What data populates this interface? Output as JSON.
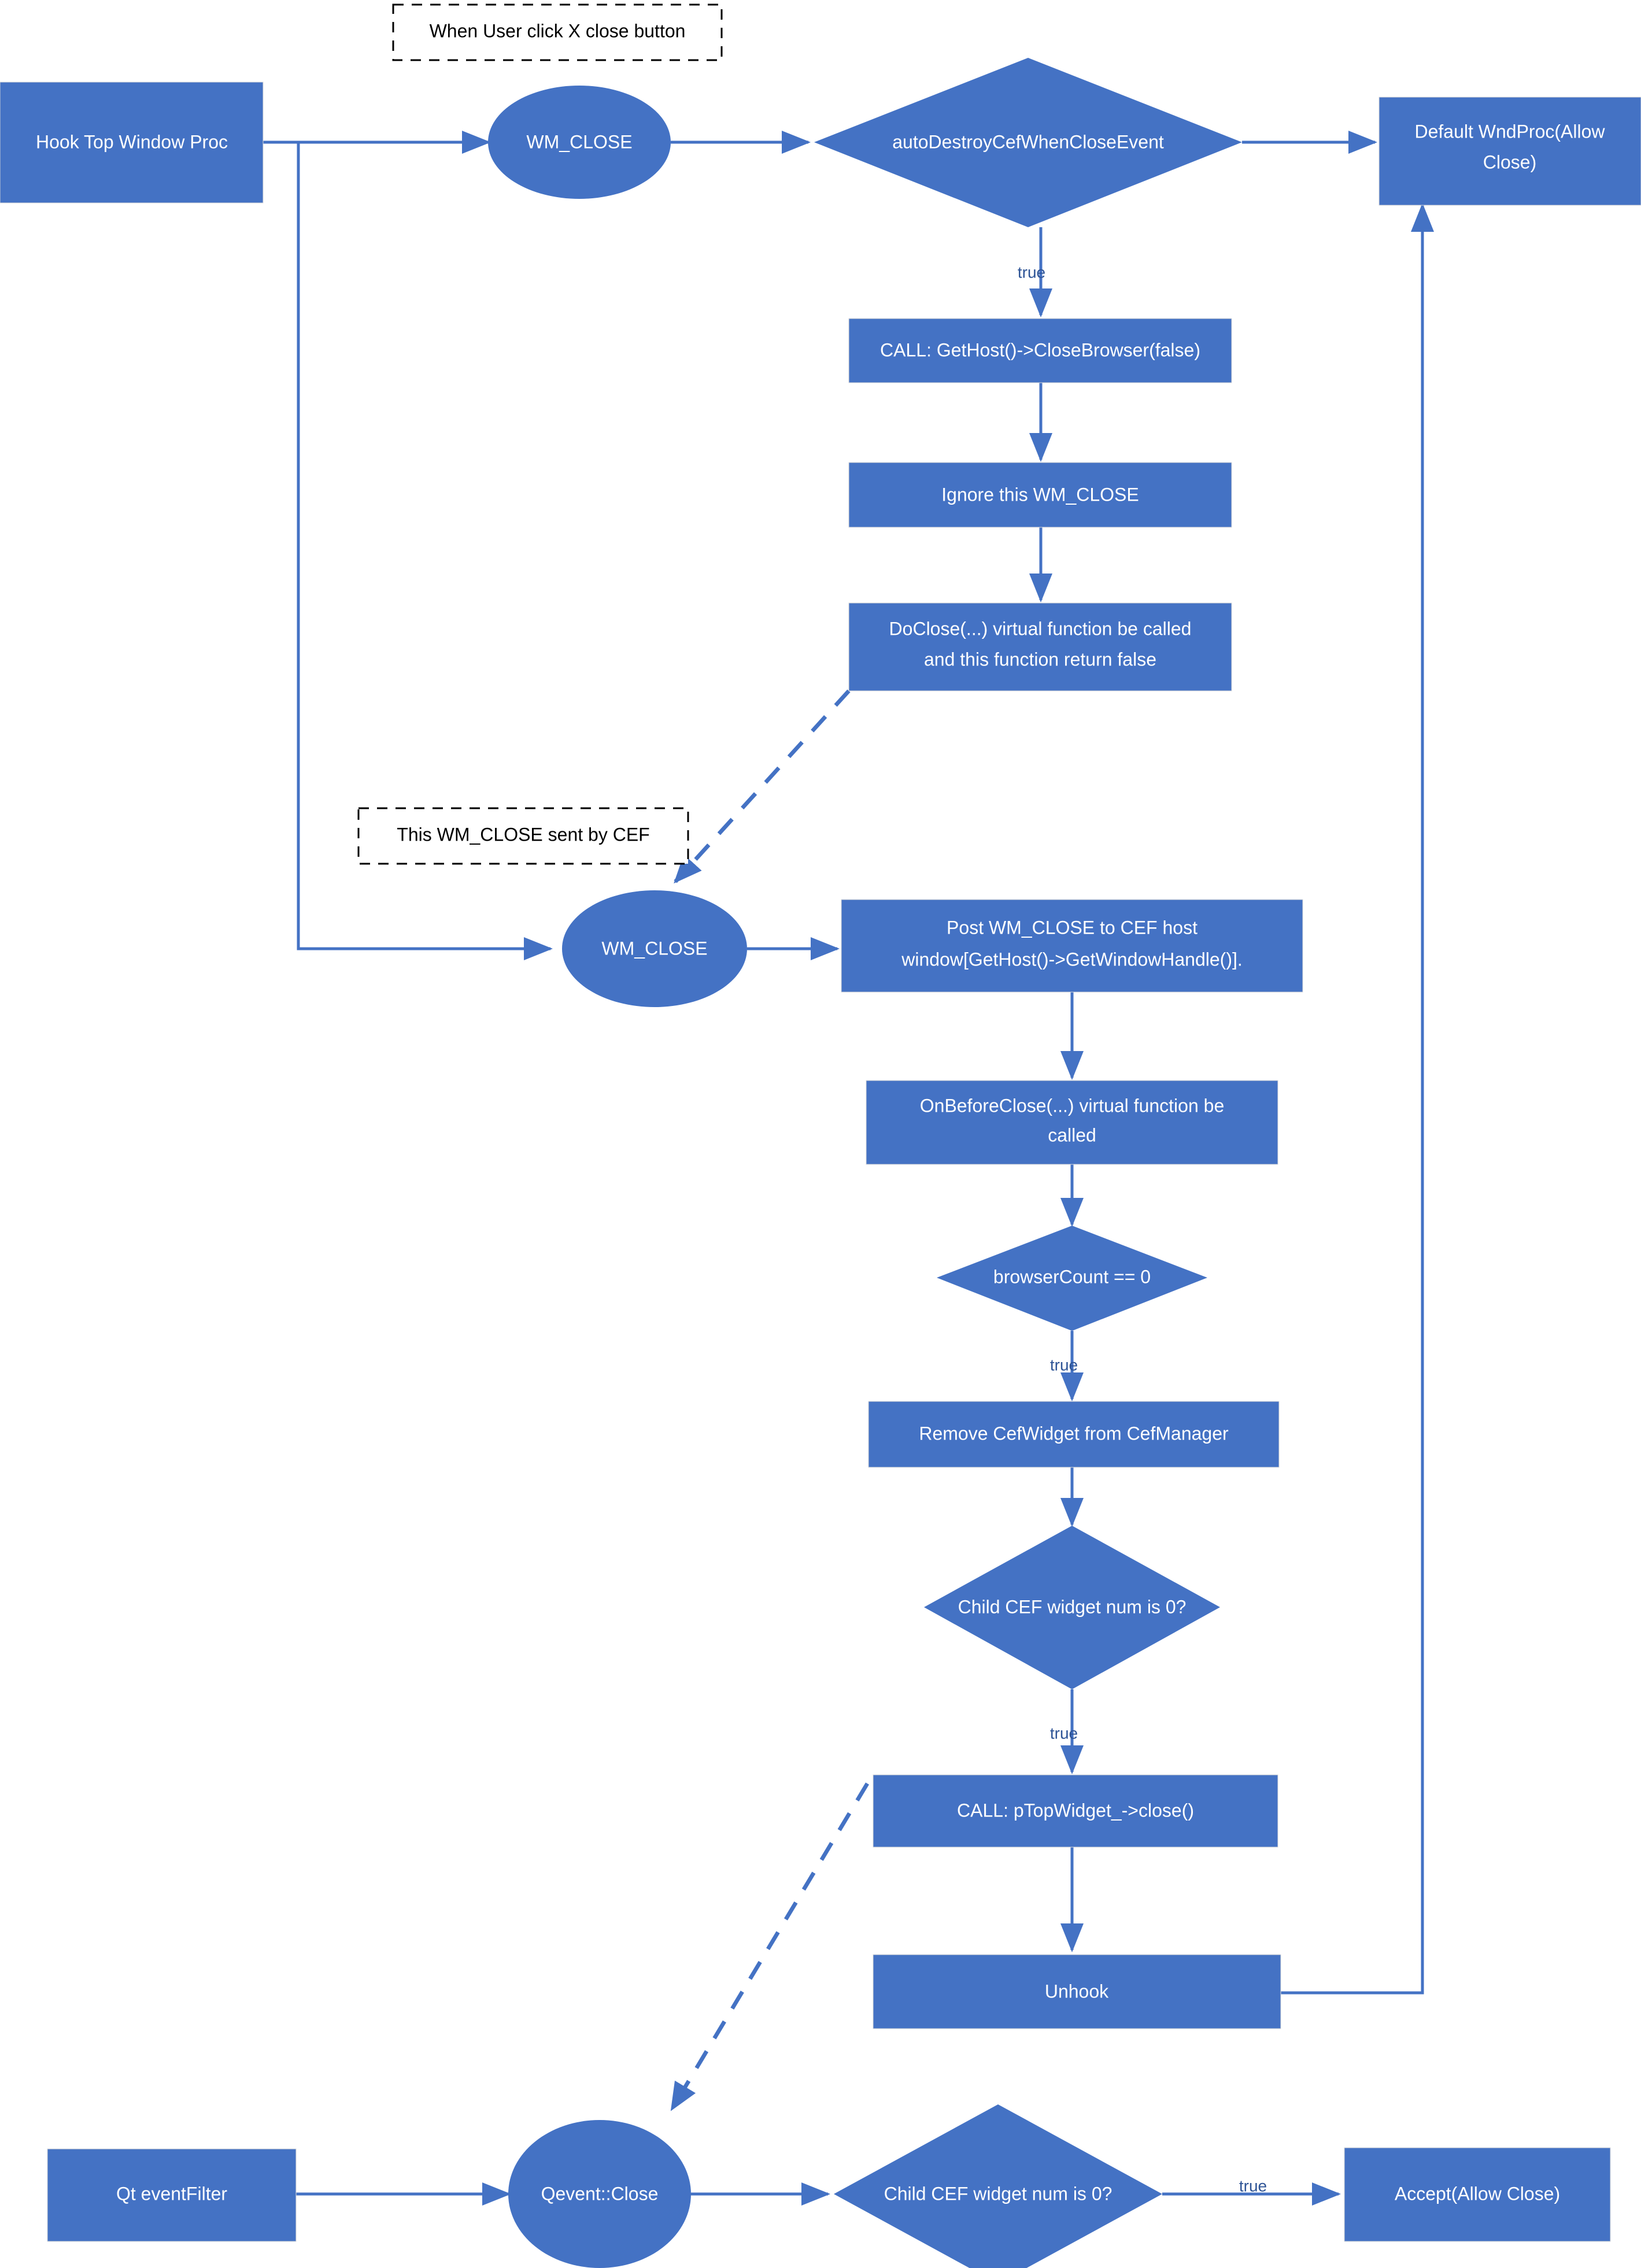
{
  "diagram": {
    "title": "CEF Window Close Flow",
    "colors": {
      "node_fill": "#4472C4",
      "node_text": "#FFFFFF",
      "edge": "#4472C4",
      "edge_label": "#2E5496",
      "note_border": "#000000",
      "background": "#FFFFFF"
    },
    "notes": [
      {
        "id": "note-user-click",
        "text": "When User click X close button"
      },
      {
        "id": "note-cef-sent",
        "text": "This WM_CLOSE sent by CEF"
      }
    ],
    "nodes": [
      {
        "id": "hook-top-window-proc",
        "shape": "rect",
        "text": "Hook Top Window Proc"
      },
      {
        "id": "wm-close-1",
        "shape": "ellipse",
        "text": "WM_CLOSE"
      },
      {
        "id": "auto-destroy-cef-when-close-event",
        "shape": "diamond",
        "text": "autoDestroyCefWhenCloseEvent"
      },
      {
        "id": "default-wndproc-allow-close",
        "shape": "rect",
        "text": "Default WndProc(Allow Close)"
      },
      {
        "id": "call-closebrowser",
        "shape": "rect",
        "text": "CALL: GetHost()->CloseBrowser(false)"
      },
      {
        "id": "ignore-wm-close",
        "shape": "rect",
        "text": "Ignore this WM_CLOSE"
      },
      {
        "id": "doclose-virtual",
        "shape": "rect",
        "text": "DoClose(...) virtual function be called and this function return false"
      },
      {
        "id": "wm-close-2",
        "shape": "ellipse",
        "text": "WM_CLOSE"
      },
      {
        "id": "post-wm-close",
        "shape": "rect",
        "text": "Post WM_CLOSE to CEF host window[GetHost()->GetWindowHandle()]."
      },
      {
        "id": "onbeforeclose-virtual",
        "shape": "rect",
        "text": "OnBeforeClose(...) virtual function be called"
      },
      {
        "id": "browser-count-zero",
        "shape": "diamond",
        "text": "browserCount == 0"
      },
      {
        "id": "remove-cefwidget",
        "shape": "rect",
        "text": "Remove CefWidget from CefManager"
      },
      {
        "id": "child-cef-widget-num-1",
        "shape": "diamond",
        "text": "Child CEF widget num is 0?"
      },
      {
        "id": "call-ptopwidget-close",
        "shape": "rect",
        "text": "CALL: pTopWidget_->close()"
      },
      {
        "id": "unhook",
        "shape": "rect",
        "text": "Unhook"
      },
      {
        "id": "qt-eventfilter",
        "shape": "rect",
        "text": "Qt eventFilter"
      },
      {
        "id": "qevent-close",
        "shape": "ellipse",
        "text": "Qevent::Close"
      },
      {
        "id": "child-cef-widget-num-2",
        "shape": "diamond",
        "text": "Child CEF widget num is 0?"
      },
      {
        "id": "accept-allow-close",
        "shape": "rect",
        "text": "Accept(Allow Close)"
      }
    ],
    "node_text": {
      "hook_top_window_proc": "Hook Top Window Proc",
      "wm_close_1": "WM_CLOSE",
      "auto_destroy": "autoDestroyCefWhenCloseEvent",
      "default_wndproc_line1": "Default WndProc(Allow",
      "default_wndproc_line2": "Close)",
      "call_closebrowser": "CALL: GetHost()->CloseBrowser(false)",
      "ignore_wm_close": "Ignore this WM_CLOSE",
      "doclose_line1": "DoClose(...) virtual function be called",
      "doclose_line2": "and this function return false",
      "wm_close_2": "WM_CLOSE",
      "post_wm_close_line1": "Post WM_CLOSE to CEF host",
      "post_wm_close_line2": "window[GetHost()->GetWindowHandle()].",
      "onbeforeclose_line1": "OnBeforeClose(...) virtual function be",
      "onbeforeclose_line2": "called",
      "browser_count_zero": "browserCount == 0",
      "remove_cefwidget": "Remove CefWidget from CefManager",
      "child_cef_widget_num_1": "Child CEF widget num is 0?",
      "call_ptopwidget_close": "CALL: pTopWidget_->close()",
      "unhook": "Unhook",
      "qt_eventfilter": "Qt eventFilter",
      "qevent_close": "Qevent::Close",
      "child_cef_widget_num_2": "Child CEF widget num is 0?",
      "accept_allow_close": "Accept(Allow Close)"
    },
    "edge_labels": {
      "true_1": "true",
      "true_2": "true",
      "true_3": "true",
      "true_4": "true"
    },
    "edges": [
      {
        "from": "hook-top-window-proc",
        "to": "wm-close-1",
        "label": ""
      },
      {
        "from": "hook-top-window-proc",
        "to": "wm-close-2",
        "label": ""
      },
      {
        "from": "wm-close-1",
        "to": "auto-destroy-cef-when-close-event",
        "label": ""
      },
      {
        "from": "auto-destroy-cef-when-close-event",
        "to": "default-wndproc-allow-close",
        "label": ""
      },
      {
        "from": "auto-destroy-cef-when-close-event",
        "to": "call-closebrowser",
        "label": "true"
      },
      {
        "from": "call-closebrowser",
        "to": "ignore-wm-close",
        "label": ""
      },
      {
        "from": "ignore-wm-close",
        "to": "doclose-virtual",
        "label": ""
      },
      {
        "from": "doclose-virtual",
        "to": "wm-close-2",
        "label": "",
        "style": "dashed"
      },
      {
        "from": "wm-close-2",
        "to": "post-wm-close",
        "label": ""
      },
      {
        "from": "post-wm-close",
        "to": "onbeforeclose-virtual",
        "label": ""
      },
      {
        "from": "onbeforeclose-virtual",
        "to": "browser-count-zero",
        "label": ""
      },
      {
        "from": "browser-count-zero",
        "to": "remove-cefwidget",
        "label": "true"
      },
      {
        "from": "remove-cefwidget",
        "to": "child-cef-widget-num-1",
        "label": ""
      },
      {
        "from": "child-cef-widget-num-1",
        "to": "call-ptopwidget-close",
        "label": "true"
      },
      {
        "from": "call-ptopwidget-close",
        "to": "unhook",
        "label": ""
      },
      {
        "from": "call-ptopwidget-close",
        "to": "qevent-close",
        "label": "",
        "style": "dashed"
      },
      {
        "from": "unhook",
        "to": "default-wndproc-allow-close",
        "label": ""
      },
      {
        "from": "qt-eventfilter",
        "to": "qevent-close",
        "label": ""
      },
      {
        "from": "qevent-close",
        "to": "child-cef-widget-num-2",
        "label": ""
      },
      {
        "from": "child-cef-widget-num-2",
        "to": "accept-allow-close",
        "label": "true"
      }
    ]
  }
}
